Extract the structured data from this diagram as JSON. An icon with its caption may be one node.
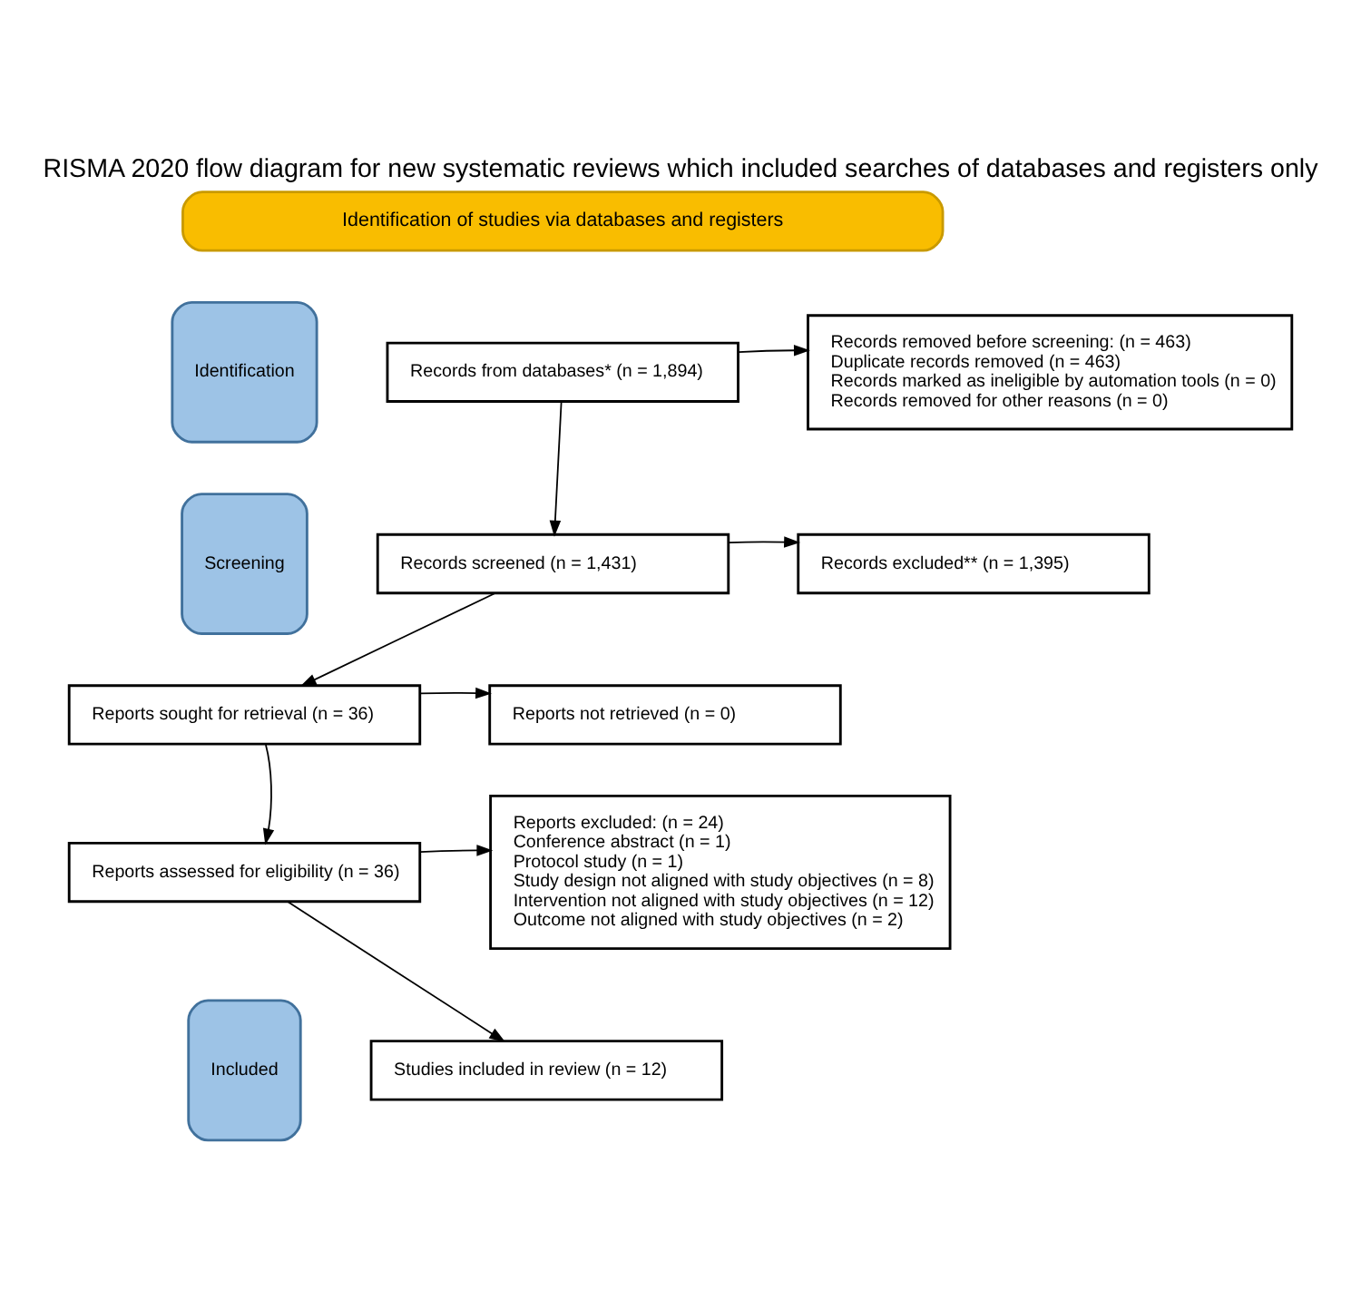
{
  "diagram": {
    "title": "RISMA 2020 flow diagram for new systematic reviews which included searches of databases and registers only",
    "nodes": [
      {
        "text": [
          "Identification of studies via databases and registers"
        ]
      },
      {
        "text": [
          "Identification"
        ]
      },
      {
        "text": [
          "Records from databases* (n = 1,894)"
        ]
      },
      {
        "text": [
          "Records removed before screening: (n = 463)",
          "Duplicate records removed (n = 463)",
          "Records marked as ineligible by automation tools (n = 0)",
          "Records removed for other reasons (n = 0)"
        ]
      },
      {
        "text": [
          "Screening"
        ]
      },
      {
        "text": [
          "Records screened (n = 1,431)"
        ]
      },
      {
        "text": [
          "Records excluded** (n = 1,395)"
        ]
      },
      {
        "text": [
          "Reports sought for retrieval (n = 36)"
        ]
      },
      {
        "text": [
          "Reports not retrieved (n = 0)"
        ]
      },
      {
        "text": [
          "Reports assessed for eligibility (n = 36)"
        ]
      },
      {
        "text": [
          "Reports excluded: (n = 24)",
          "Conference abstract (n = 1)",
          "Protocol study (n = 1)",
          "Study design not aligned with study objectives (n = 8)",
          "Intervention not aligned with study objectives (n = 12)",
          "Outcome not aligned with study objectives (n = 2)"
        ]
      },
      {
        "text": [
          "Included"
        ]
      },
      {
        "text": [
          "Studies included in review (n = 12)"
        ]
      }
    ],
    "edges": [
      {
        "from": 2,
        "to": 3,
        "arrow": "to"
      },
      {
        "from": 2,
        "to": 5,
        "arrow": "to"
      },
      {
        "from": 5,
        "to": 6,
        "arrow": "to"
      },
      {
        "from": 5,
        "to": 7,
        "arrow": "to"
      },
      {
        "from": 7,
        "to": 8,
        "arrow": "to"
      },
      {
        "from": 7,
        "to": 9,
        "arrow": "to"
      },
      {
        "from": 9,
        "to": 10,
        "arrow": "to"
      },
      {
        "from": 9,
        "to": 12,
        "arrow": "to"
      }
    ]
  }
}
